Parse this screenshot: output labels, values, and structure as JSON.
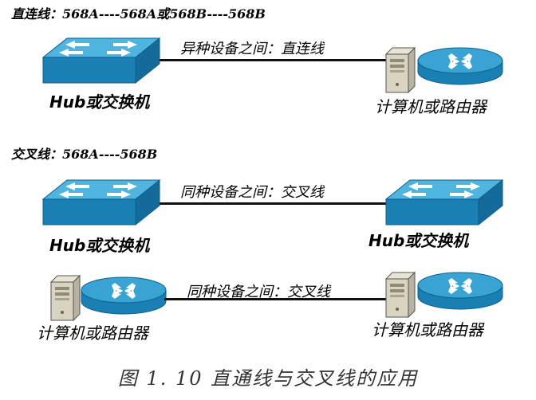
{
  "straight_section": {
    "heading": "直连线：568A----568A或568B----568B",
    "link_label": "异种设备之间：直连线",
    "left_device": "Hub或交换机",
    "right_device": "计算机或路由器"
  },
  "crossover_section": {
    "heading": "交叉线：568A----568B",
    "row1": {
      "link_label": "同种设备之间：交叉线",
      "left_device": "Hub或交换机",
      "right_device": "Hub或交换机"
    },
    "row2": {
      "link_label": "同种设备之间：交叉线",
      "left_device": "计算机或路由器",
      "right_device": "计算机或路由器"
    }
  },
  "caption": "图 1. 10  直通线与交叉线的应用",
  "colors": {
    "switch_top": "#4fb4de",
    "switch_front": "#1a7fb3",
    "router_top": "#39a3d3",
    "pc_case": "#d8d4c0",
    "cable": "#111111"
  }
}
